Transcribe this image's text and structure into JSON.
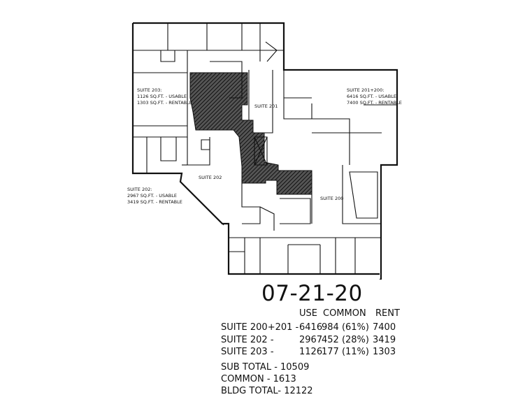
{
  "plan": {
    "labels": {
      "suite_203_name": "SUITE 203:",
      "suite_203_usable": "1126 SQ.FT. - USABLE",
      "suite_203_rentable": "1303 SQ.FT. - RENTABLE",
      "suite_201_200_name": "SUITE 201+200:",
      "suite_201_200_usable": "6416 SQ.FT. - USABLE",
      "suite_201_200_rentable": "7400 SQ.FT. - RENTABLE",
      "suite_201": "SUITE 201",
      "suite_202": "SUITE 202",
      "suite_202_name": "SUITE 202:",
      "suite_202_usable": "2967 SQ.FT. - USABLE",
      "suite_202_rentable": "3419 SQ.FT. - RENTABLE",
      "suite_200": "SUITE 200"
    }
  },
  "date": "07-21-20",
  "table": {
    "headers": {
      "use": "USE",
      "common": "COMMON",
      "rent": "RENT"
    },
    "rows": [
      {
        "suite": "SUITE 200+201 -",
        "use": "6416",
        "common": "984 (61%)",
        "rent": "7400"
      },
      {
        "suite": "SUITE 202 -",
        "use": "2967",
        "common": "452 (28%)",
        "rent": "3419"
      },
      {
        "suite": "SUITE 203 -",
        "use": "1126",
        "common": "177 (11%)",
        "rent": "1303"
      }
    ]
  },
  "totals": {
    "subtotal": "SUB TOTAL - 10509",
    "common": "COMMON - 1613",
    "building": "BLDG TOTAL- 12122"
  }
}
